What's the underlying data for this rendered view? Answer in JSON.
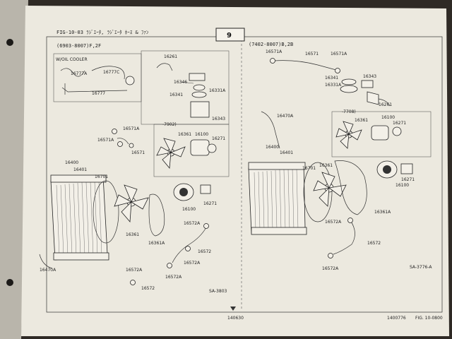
{
  "header": {
    "fig_title": "FIG-10-03 ﾗｼﾞｴｰﾀ, ﾗｼﾞｴｰﾀ ﾎｰｽ & ﾌｧﾝ",
    "section_number": "9",
    "left_model": "(6903-8007)F,2F",
    "right_model": "(7402-8007)B,2B"
  },
  "insets": {
    "oil_cooler_label": "W/OIL COOLER",
    "left_fan_range": "-7902)",
    "right_fan_range": "-7708)"
  },
  "footer": {
    "left_ref": "SA-3803",
    "right_ref": "SA-3776-A",
    "page_left": "140630",
    "page_mid": "1400776",
    "page_right": "FIG. 10-0800"
  },
  "parts": {
    "p16261_l": "16261",
    "p16346": "16346",
    "p16331a": "16331A",
    "p16341": "16341",
    "p16343": "16343",
    "p16777a": "16777A",
    "p16777c": "16777C",
    "p16777": "16777",
    "p16571a_l1": "16571A",
    "p16571a_l2": "16571A",
    "p16571_l": "16571",
    "p16361_l": "16361",
    "p16100_l": "16100",
    "p16271_l": "16271",
    "p16400_l": "16400",
    "p16401_l": "16401",
    "p16701_l": "16701",
    "p16100_l2": "16100",
    "p16271_l2": "16271",
    "p16572a_l1": "16572A",
    "p16361_l2": "16361",
    "p16361a_l": "16361A",
    "p16572_l1": "16572",
    "p16572a_l2": "16572A",
    "p16470a_l": "16470A",
    "p16572a_l3": "16572A",
    "p16572a_l4": "16572A",
    "p16572_l2": "16572",
    "p16571a_r1": "16571A",
    "p16571_r": "16571",
    "p16571a_r2": "16571A",
    "p16341_r": "16341",
    "p16331a_r": "16331A",
    "p16343_r": "16343",
    "p16261_r": "16261",
    "p16470a_r": "16470A",
    "p16361_r": "16361",
    "p16100_r": "16100",
    "p16271_r": "16271",
    "p16400_r": "16400",
    "p16401_r": "16401",
    "p16701_r": "16701",
    "p16361_r2": "16361",
    "p16100_r2": "16100",
    "p16271_r2": "16271",
    "p16361a_r": "16361A",
    "p16572a_r1": "16572A",
    "p16572_r": "16572",
    "p16572a_r2": "16572A"
  }
}
